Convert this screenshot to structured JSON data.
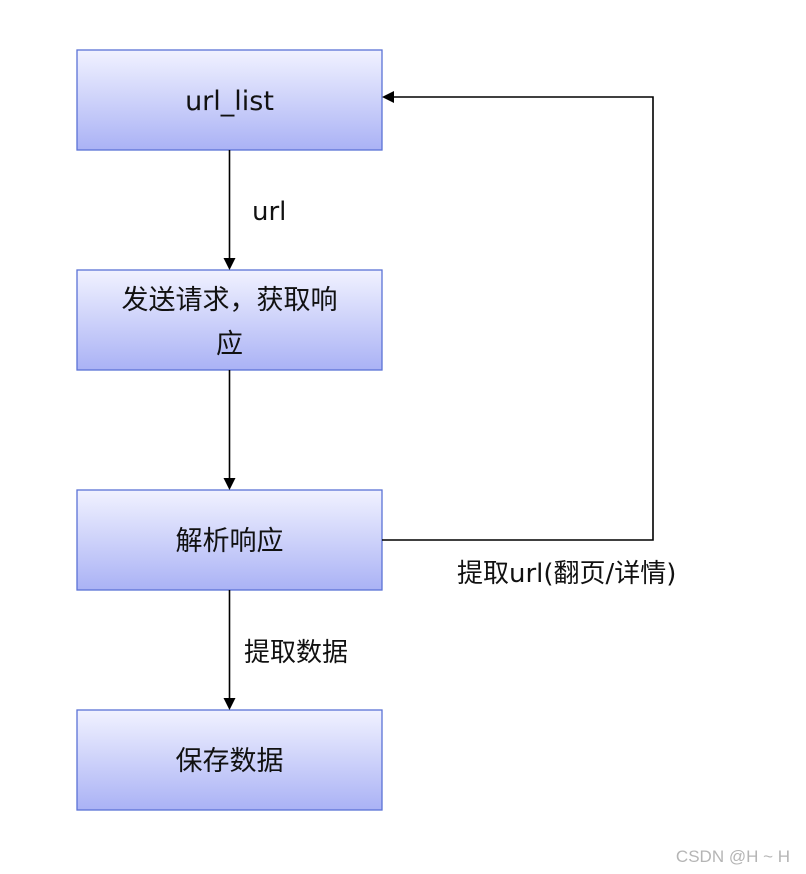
{
  "diagram": {
    "nodes": [
      {
        "id": "url-list",
        "label": "url_list"
      },
      {
        "id": "send-request",
        "label_lines": [
          "发送请求，获取响",
          "应"
        ]
      },
      {
        "id": "parse-response",
        "label": "解析响应"
      },
      {
        "id": "save-data",
        "label": "保存数据"
      }
    ],
    "edges": [
      {
        "from": "url-list",
        "to": "send-request",
        "label": "url"
      },
      {
        "from": "send-request",
        "to": "parse-response",
        "label": ""
      },
      {
        "from": "parse-response",
        "to": "save-data",
        "label": "提取数据"
      },
      {
        "from": "parse-response",
        "to": "url-list",
        "label": "提取url(翻页/详情)"
      }
    ]
  },
  "watermark": "CSDN @H ~ H",
  "colors": {
    "node_fill_top": "#f1f2ff",
    "node_fill_bottom": "#aab2f5",
    "node_border": "#5b72d6",
    "arrow": "#000000"
  }
}
